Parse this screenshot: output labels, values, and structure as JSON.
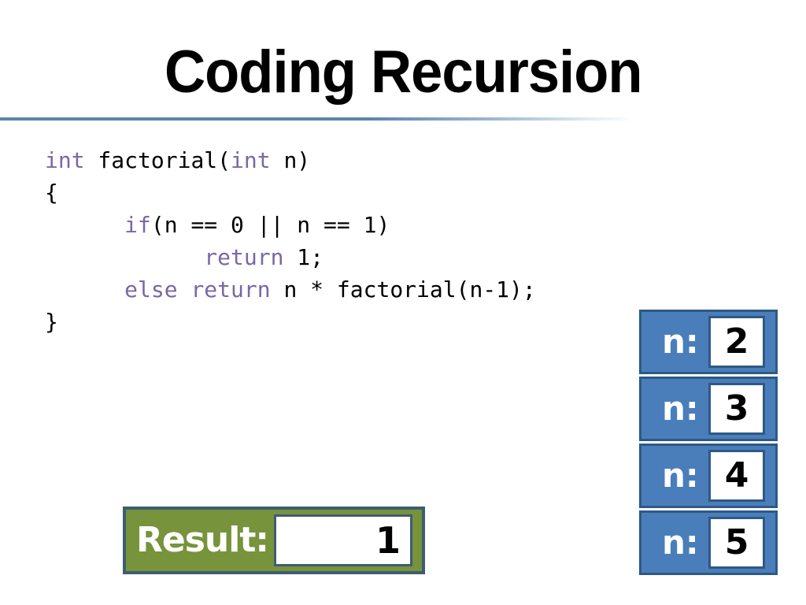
{
  "title": "Coding Recursion",
  "code": {
    "lines": [
      {
        "tokens": [
          {
            "text": "int",
            "type": "keyword"
          },
          {
            "text": " factorial(",
            "type": "plain"
          },
          {
            "text": "int",
            "type": "keyword"
          },
          {
            "text": " n)",
            "type": "plain"
          }
        ]
      },
      {
        "tokens": [
          {
            "text": "{",
            "type": "plain"
          }
        ]
      },
      {
        "tokens": [
          {
            "text": "      ",
            "type": "plain"
          },
          {
            "text": "if",
            "type": "keyword"
          },
          {
            "text": "(n == 0 || n == 1)",
            "type": "plain"
          }
        ]
      },
      {
        "tokens": [
          {
            "text": "            ",
            "type": "plain"
          },
          {
            "text": "return",
            "type": "keyword"
          },
          {
            "text": " 1;",
            "type": "plain"
          }
        ]
      },
      {
        "tokens": [
          {
            "text": "      ",
            "type": "plain"
          },
          {
            "text": "else",
            "type": "keyword"
          },
          {
            "text": " ",
            "type": "plain"
          },
          {
            "text": "return",
            "type": "keyword"
          },
          {
            "text": " n * factorial(n-1);",
            "type": "plain"
          }
        ]
      },
      {
        "tokens": [
          {
            "text": "}",
            "type": "plain"
          }
        ]
      }
    ]
  },
  "stack": {
    "frames": [
      {
        "label": "n:",
        "value": "2"
      },
      {
        "label": "n:",
        "value": "3"
      },
      {
        "label": "n:",
        "value": "4"
      },
      {
        "label": "n:",
        "value": "5"
      }
    ]
  },
  "result": {
    "label": "Result:",
    "value": "1"
  },
  "colors": {
    "title_text": "#000000",
    "divider_blue": "#5C85AD",
    "keyword": "#7A68A6",
    "code_text": "#000000",
    "stack_fill": "#4A7EBB",
    "stack_border": "#2E5984",
    "result_fill": "#77933C",
    "result_border": "#3F5C73"
  }
}
